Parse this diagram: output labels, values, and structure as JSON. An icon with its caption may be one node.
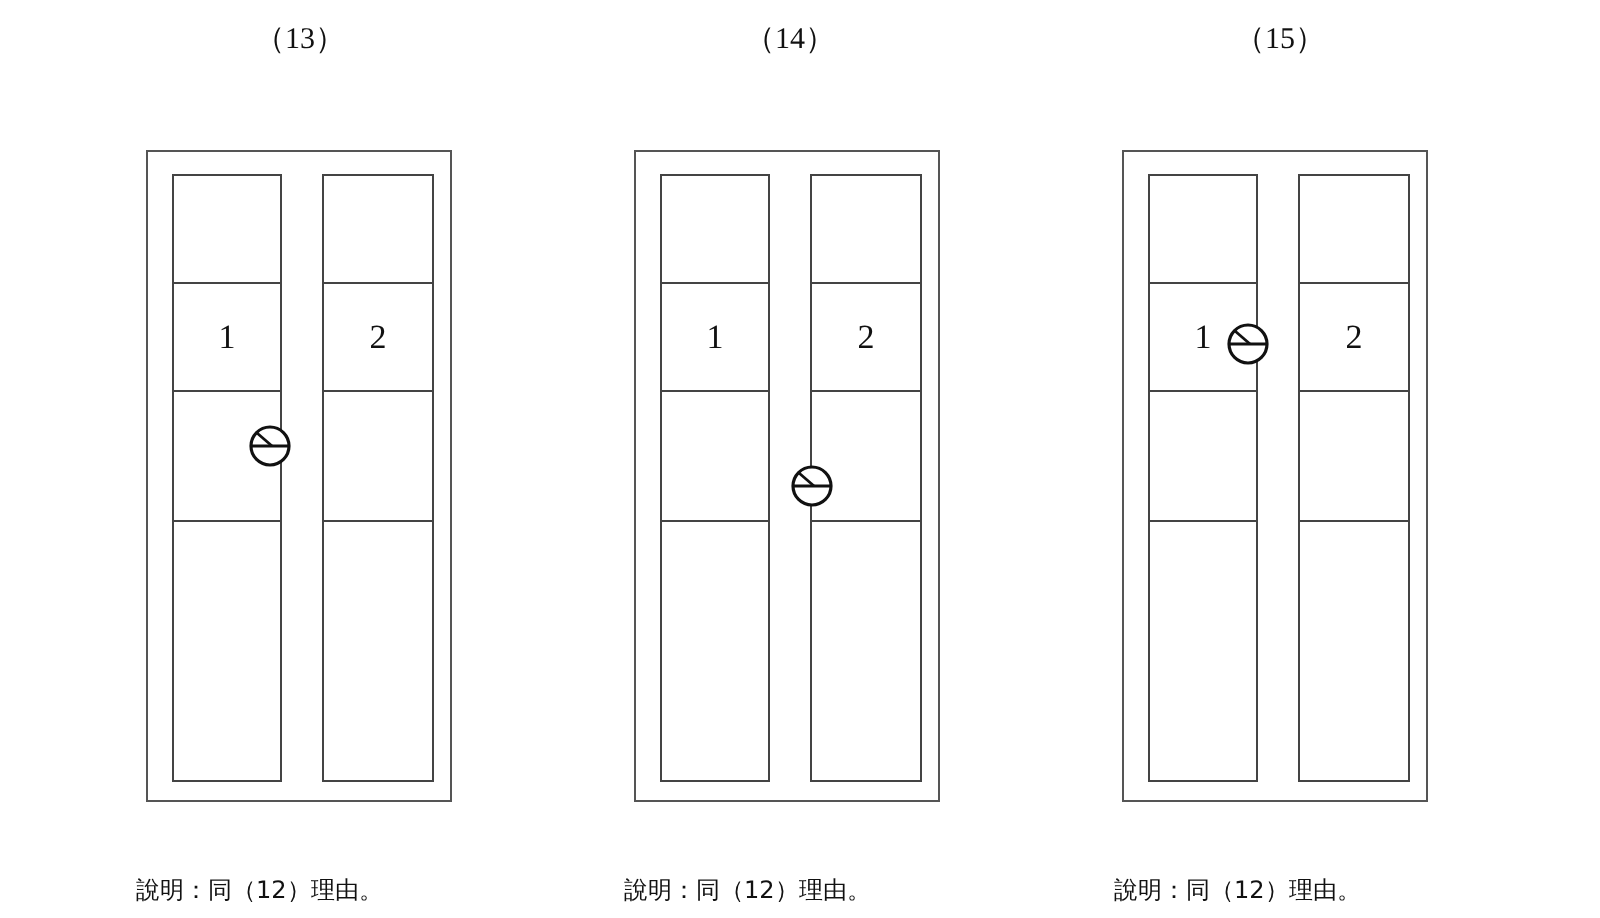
{
  "diagram": {
    "nodes": [
      {
        "text": [],
        "shape": "box"
      },
      {
        "text": [],
        "shape": "box",
        "in": 0
      },
      {
        "text": [],
        "shape": "box",
        "in": 0
      },
      {
        "text": [
          "1"
        ],
        "in": 0
      },
      {
        "text": [
          "2"
        ],
        "in": 0
      },
      {
        "text": [],
        "shape": "box",
        "in": 0
      },
      {
        "text": [],
        "shape": "box",
        "in": 0
      },
      {
        "text": [],
        "shape": "box",
        "in": 0
      },
      {
        "text": [],
        "shape": "box",
        "in": 0
      },
      {
        "text": [],
        "shape": "box"
      },
      {
        "text": [],
        "shape": "box",
        "in": 9
      },
      {
        "text": [],
        "shape": "box",
        "in": 9
      },
      {
        "text": [
          "1"
        ],
        "in": 9
      },
      {
        "text": [
          "2"
        ],
        "in": 9
      },
      {
        "text": [],
        "shape": "box",
        "in": 9
      },
      {
        "text": [],
        "shape": "box",
        "in": 9
      },
      {
        "text": [],
        "shape": "box",
        "in": 9
      },
      {
        "text": [],
        "shape": "box",
        "in": 9
      },
      {
        "text": [],
        "shape": "box"
      },
      {
        "text": [],
        "shape": "box",
        "in": 18
      },
      {
        "text": [],
        "shape": "box",
        "in": 18
      },
      {
        "text": [
          "1"
        ],
        "in": 18
      },
      {
        "text": [
          "2"
        ],
        "in": 18
      },
      {
        "text": [],
        "shape": "box",
        "in": 18
      },
      {
        "text": [],
        "shape": "box",
        "in": 18
      },
      {
        "text": [],
        "shape": "box",
        "in": 18
      },
      {
        "text": [],
        "shape": "box",
        "in": 18
      }
    ],
    "labels": [
      "（13）",
      "（14）",
      "（15）",
      "說明：同（12）理由。",
      "說明：同（12）理由。",
      "說明：同（12）理由。"
    ]
  }
}
